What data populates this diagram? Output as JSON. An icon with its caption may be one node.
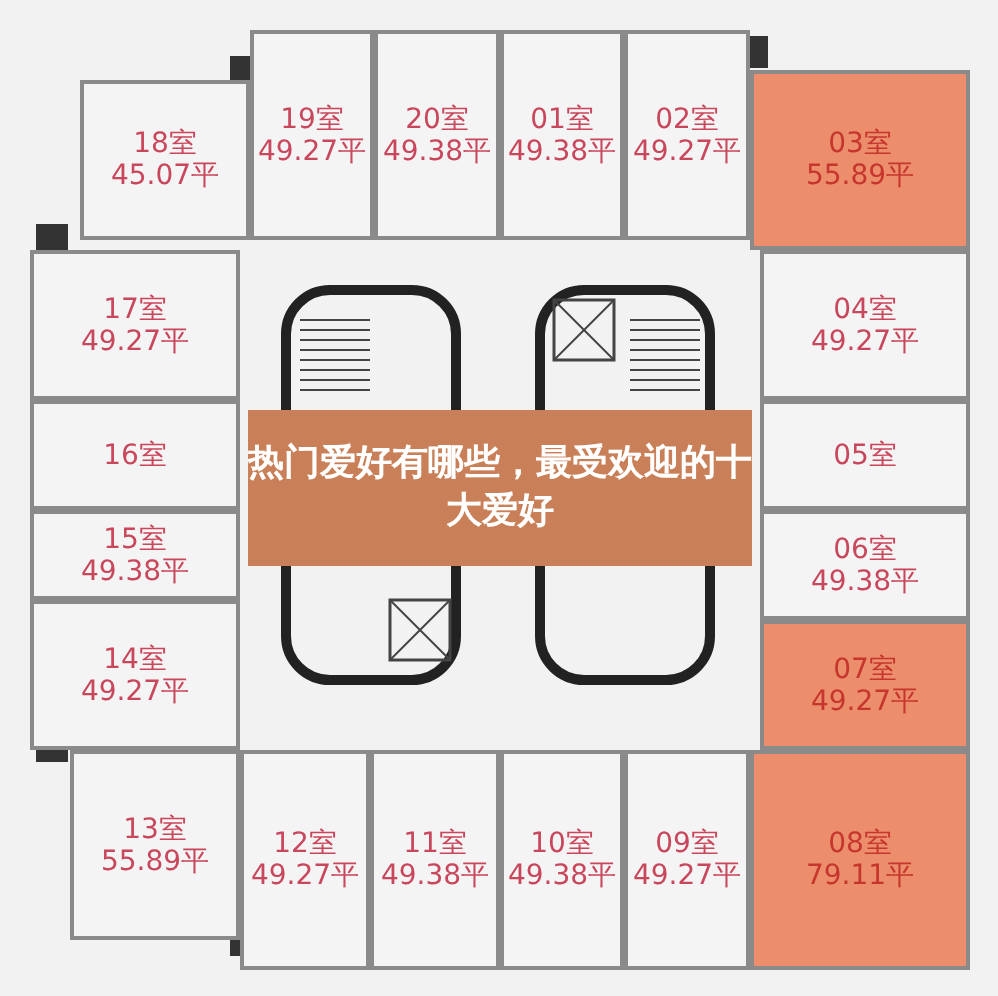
{
  "diagram": {
    "title": "热门爱好有哪些，最受欢迎的十大爱好",
    "nodes": [
      {
        "text": [
          "19室",
          "49.27平"
        ]
      },
      {
        "text": [
          "20室",
          "49.38平"
        ]
      },
      {
        "text": [
          "01室",
          "49.38平"
        ]
      },
      {
        "text": [
          "02室",
          "49.27平"
        ]
      },
      {
        "text": [
          "18室",
          "45.07平"
        ]
      },
      {
        "text": [
          "03室",
          "55.89平"
        ]
      },
      {
        "text": [
          "17室",
          "49.27平"
        ]
      },
      {
        "text": [
          "04室",
          "49.27平"
        ]
      },
      {
        "text": [
          "16室"
        ]
      },
      {
        "text": [
          "05室"
        ]
      },
      {
        "text": [
          "15室",
          "49.38平"
        ]
      },
      {
        "text": [
          "06室",
          "49.38平"
        ]
      },
      {
        "text": [
          "14室",
          "49.27平"
        ]
      },
      {
        "text": [
          "07室",
          "49.27平"
        ]
      },
      {
        "text": [
          "13室",
          "55.89平"
        ]
      },
      {
        "text": [
          "12室",
          "49.27平"
        ]
      },
      {
        "text": [
          "11室",
          "49.38平"
        ]
      },
      {
        "text": [
          "10室",
          "49.38平"
        ]
      },
      {
        "text": [
          "09室",
          "49.27平"
        ]
      },
      {
        "text": [
          "08室",
          "79.11平"
        ]
      }
    ],
    "edges": []
  }
}
